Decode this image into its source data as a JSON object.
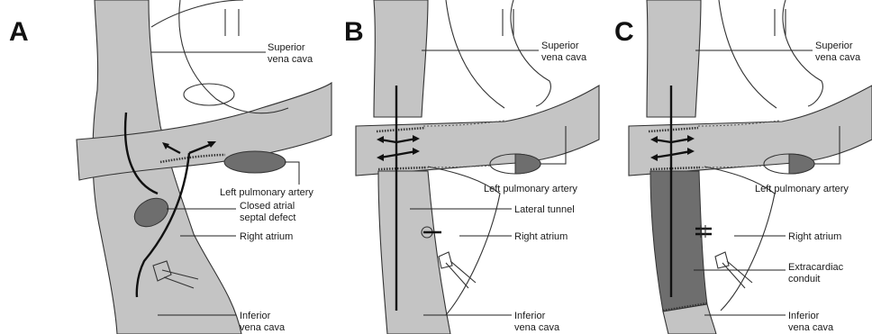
{
  "panels": [
    {
      "letter": "A",
      "labels": {
        "svc_1": "Superior",
        "svc_2": "vena cava",
        "lpa": "Left pulmonary artery",
        "asd_1": "Closed atrial",
        "asd_2": "septal defect",
        "ra": "Right atrium",
        "ivc_1": "Inferior",
        "ivc_2": "vena cava"
      }
    },
    {
      "letter": "B",
      "labels": {
        "svc_1": "Superior",
        "svc_2": "vena cava",
        "lpa": "Left pulmonary artery",
        "lt": "Lateral tunnel",
        "ra": "Right atrium",
        "ivc_1": "Inferior",
        "ivc_2": "vena cava"
      }
    },
    {
      "letter": "C",
      "labels": {
        "svc_1": "Superior",
        "svc_2": "vena cava",
        "lpa": "Left pulmonary artery",
        "ra": "Right atrium",
        "ec_1": "Extracardiac",
        "ec_2": "conduit",
        "ivc_1": "Inferior",
        "ivc_2": "vena cava"
      }
    }
  ],
  "colors": {
    "vessel_fill": "#c4c4c4",
    "dark_fill": "#6e6e6e",
    "line": "#333333"
  }
}
